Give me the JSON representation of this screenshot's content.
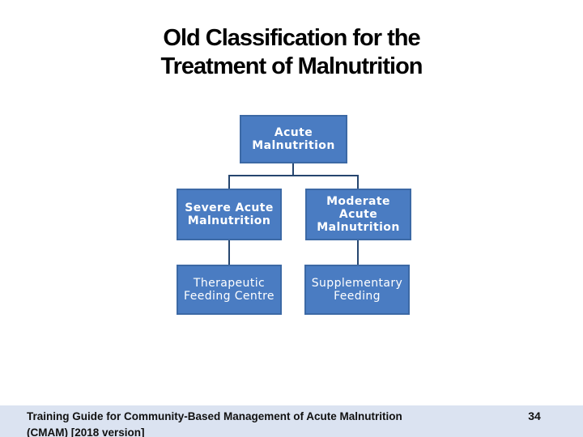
{
  "title": {
    "line1": "Old Classification for the",
    "line2": "Treatment of Malnutrition"
  },
  "diagram": {
    "type": "hierarchy",
    "root": {
      "label": "Acute\nMalnutrition"
    },
    "severe": {
      "label": "Severe Acute\nMalnutrition"
    },
    "moderate": {
      "label": "Moderate\nAcute\nMalnutrition"
    },
    "therapeutic": {
      "label": "Therapeutic\nFeeding Centre"
    },
    "supplementary": {
      "label": "Supplementary\nFeeding"
    }
  },
  "footer": {
    "line1": "Training Guide for Community-Based Management of Acute Malnutrition",
    "line2": "(CMAM) [2018 version]",
    "page_number": "34"
  },
  "colors": {
    "title_text": "#000000",
    "box_fill": "#4a7cc2",
    "box_border": "#3c69a5",
    "box_text": "#ffffff",
    "connector": "#26466f",
    "footer_band": "#dbe3f1",
    "footer_text": "#111111"
  }
}
